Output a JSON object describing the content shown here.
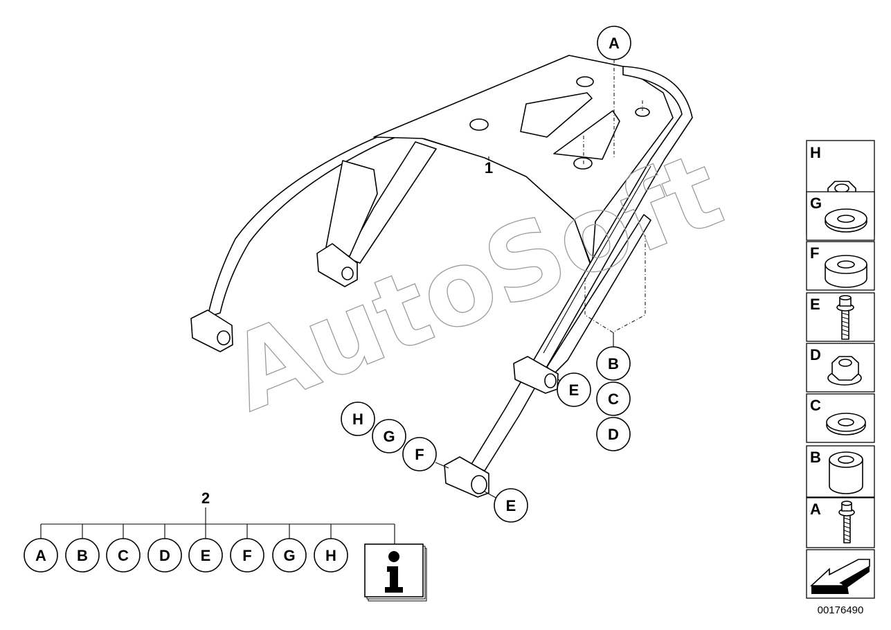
{
  "diagram": {
    "part_callouts": {
      "main_rack": "1",
      "kit": "2"
    },
    "letter_callouts": {
      "top": "A",
      "right_stack": [
        "B",
        "C",
        "D"
      ],
      "e_upper": "E",
      "e_lower": "E",
      "left_stack": [
        "H",
        "G",
        "F"
      ]
    },
    "kit_row": [
      "A",
      "B",
      "C",
      "D",
      "E",
      "F",
      "G",
      "H"
    ],
    "watermark": "AutoSoft",
    "legend": [
      {
        "key": "H",
        "icon": "flange-nut-icon"
      },
      {
        "key": "G",
        "icon": "flat-washer-icon"
      },
      {
        "key": "F",
        "icon": "thick-spacer-icon"
      },
      {
        "key": "E",
        "icon": "collar-bolt-icon"
      },
      {
        "key": "D",
        "icon": "flange-nut-icon"
      },
      {
        "key": "C",
        "icon": "flat-washer-icon"
      },
      {
        "key": "B",
        "icon": "tall-bushing-icon"
      },
      {
        "key": "A",
        "icon": "collar-bolt-icon"
      }
    ],
    "diagram_number": "00176490"
  }
}
